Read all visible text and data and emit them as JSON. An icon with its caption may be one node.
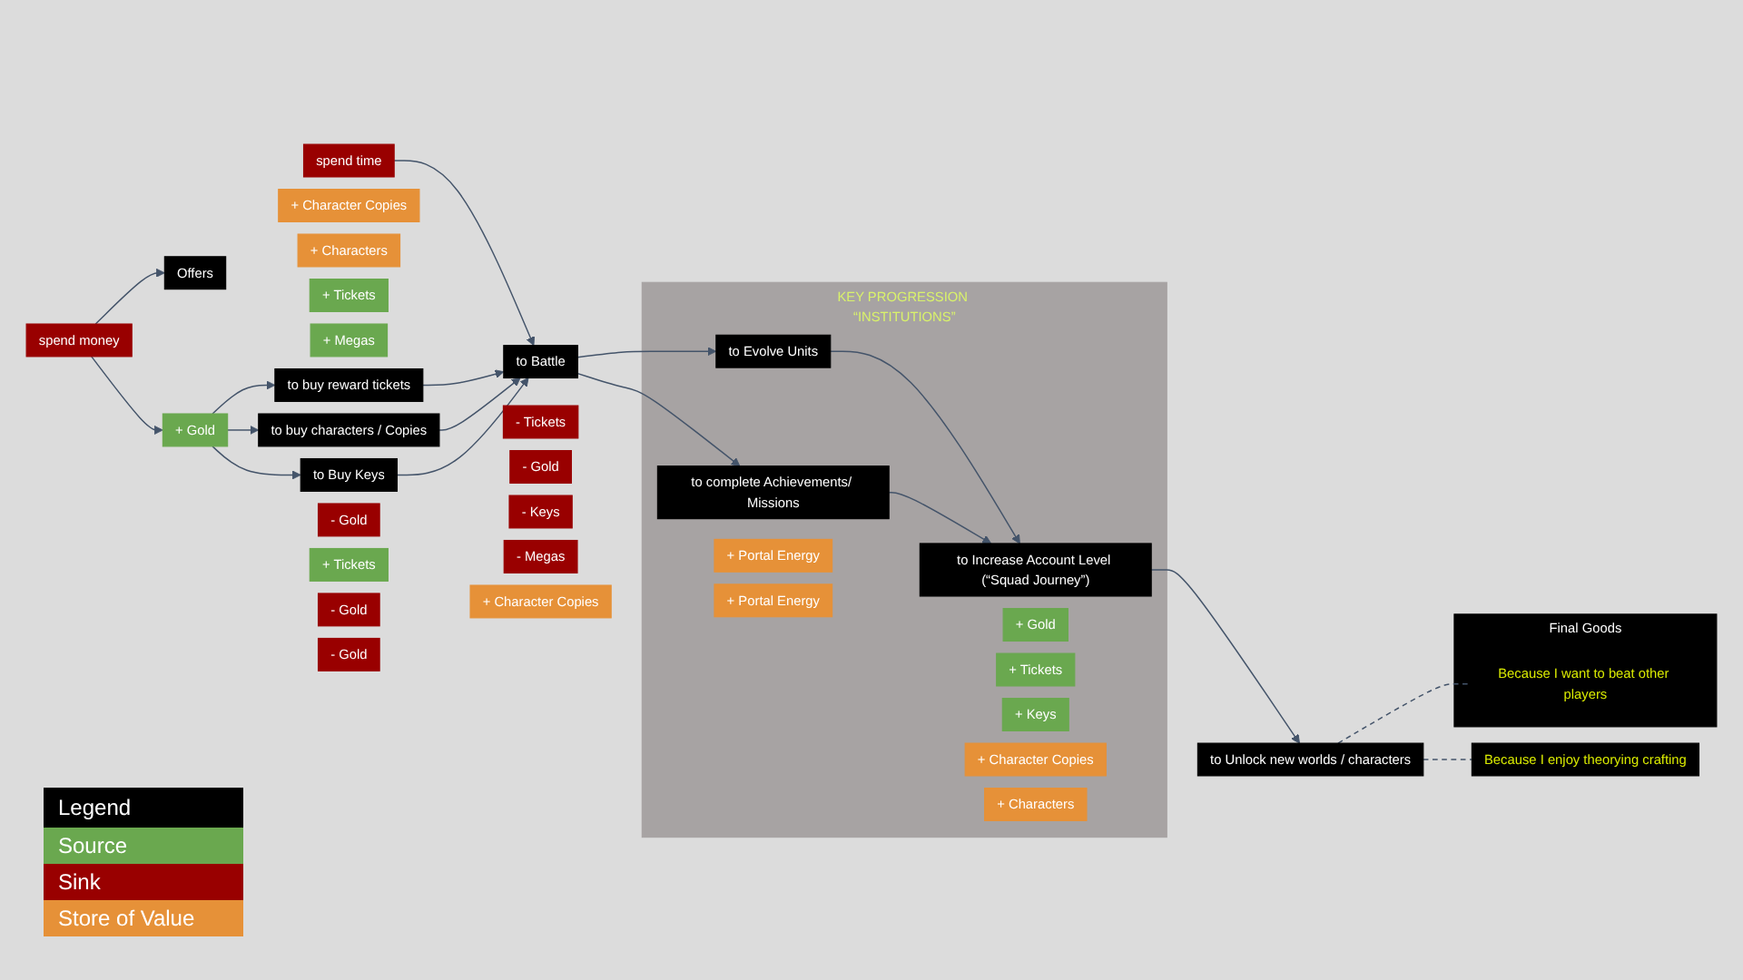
{
  "diagram": {
    "nodes": [
      {
        "text": [
          "spend time"
        ]
      },
      {
        "text": [
          "spend money"
        ]
      },
      {
        "text": [
          "+ Gold"
        ]
      },
      {
        "text": [
          "Offers"
        ]
      },
      {
        "text": [
          "+ Character Copies"
        ]
      },
      {
        "text": [
          "+ Characters"
        ]
      },
      {
        "text": [
          "+ Tickets"
        ]
      },
      {
        "text": [
          "+ Megas"
        ]
      },
      {
        "text": [
          "to buy reward tickets"
        ]
      },
      {
        "text": [
          "- Gold"
        ]
      },
      {
        "text": [
          "+ Tickets"
        ]
      },
      {
        "text": [
          "to buy characters / Copies"
        ]
      },
      {
        "text": [
          "- Gold"
        ]
      },
      {
        "text": [
          "to Buy Keys"
        ]
      },
      {
        "text": [
          "- Gold"
        ]
      },
      {
        "text": [
          "to Battle"
        ]
      },
      {
        "text": [
          "- Tickets"
        ]
      },
      {
        "text": [
          "- Gold"
        ]
      },
      {
        "text": [
          "- Keys"
        ]
      },
      {
        "text": [
          "- Megas"
        ]
      },
      {
        "text": [
          "+ Character Copies"
        ]
      },
      {
        "text": [
          "KEY PROGRESSION “INSTITUTIONS”"
        ]
      },
      {
        "text": [
          "to Evolve Units"
        ],
        "in": 21
      },
      {
        "text": [
          "+ Portal Energy"
        ],
        "in": 21
      },
      {
        "text": [
          "to complete Achievements/ Missions"
        ],
        "in": 21
      },
      {
        "text": [
          "+ Portal Energy"
        ],
        "in": 21
      },
      {
        "text": [
          "to Increase Account Level (“Squad Journey”)"
        ],
        "in": 21
      },
      {
        "text": [
          "+ Gold"
        ],
        "in": 21
      },
      {
        "text": [
          "+ Tickets"
        ],
        "in": 21
      },
      {
        "text": [
          "+ Keys"
        ],
        "in": 21
      },
      {
        "text": [
          "+ Character Copies"
        ],
        "in": 21
      },
      {
        "text": [
          "+ Characters"
        ],
        "in": 21
      },
      {
        "text": [
          "to Unlock new worlds / characters"
        ]
      },
      {
        "text": [
          "Final Goods"
        ]
      },
      {
        "text": [
          "Because I want to beat other players"
        ],
        "in": 33
      },
      {
        "text": [
          "Because I enjoy theorying crafting"
        ]
      }
    ],
    "edges": [
      {
        "from": 0,
        "to": 15,
        "arrow": "to"
      },
      {
        "from": 1,
        "to": 2,
        "arrow": "to"
      },
      {
        "from": 1,
        "to": 3,
        "arrow": "to"
      },
      {
        "from": 2,
        "to": 8,
        "arrow": "to"
      },
      {
        "from": 2,
        "to": 11,
        "arrow": "to"
      },
      {
        "from": 2,
        "to": 13,
        "arrow": "to"
      },
      {
        "from": 8,
        "to": 15,
        "arrow": "to"
      },
      {
        "from": 11,
        "to": 15,
        "arrow": "to"
      },
      {
        "from": 13,
        "to": 15,
        "arrow": "to"
      },
      {
        "from": 15,
        "to": 22,
        "arrow": "to"
      },
      {
        "from": 15,
        "to": 24,
        "arrow": "to"
      },
      {
        "from": 22,
        "to": 26,
        "arrow": "to"
      },
      {
        "from": 24,
        "to": 26,
        "arrow": "to"
      },
      {
        "from": 26,
        "to": 32,
        "arrow": "to"
      },
      {
        "from": 32,
        "to": 34,
        "arrow": "none",
        "style": "dashed"
      },
      {
        "from": 32,
        "to": 35,
        "arrow": "none",
        "style": "dashed"
      }
    ],
    "labels": [
      "Legend"
    ],
    "legend": [
      {
        "text": "Source",
        "color": "#6aa84f"
      },
      {
        "text": "Sink",
        "color": "#990000"
      },
      {
        "text": "Store of Value",
        "color": "#e69138"
      }
    ]
  }
}
